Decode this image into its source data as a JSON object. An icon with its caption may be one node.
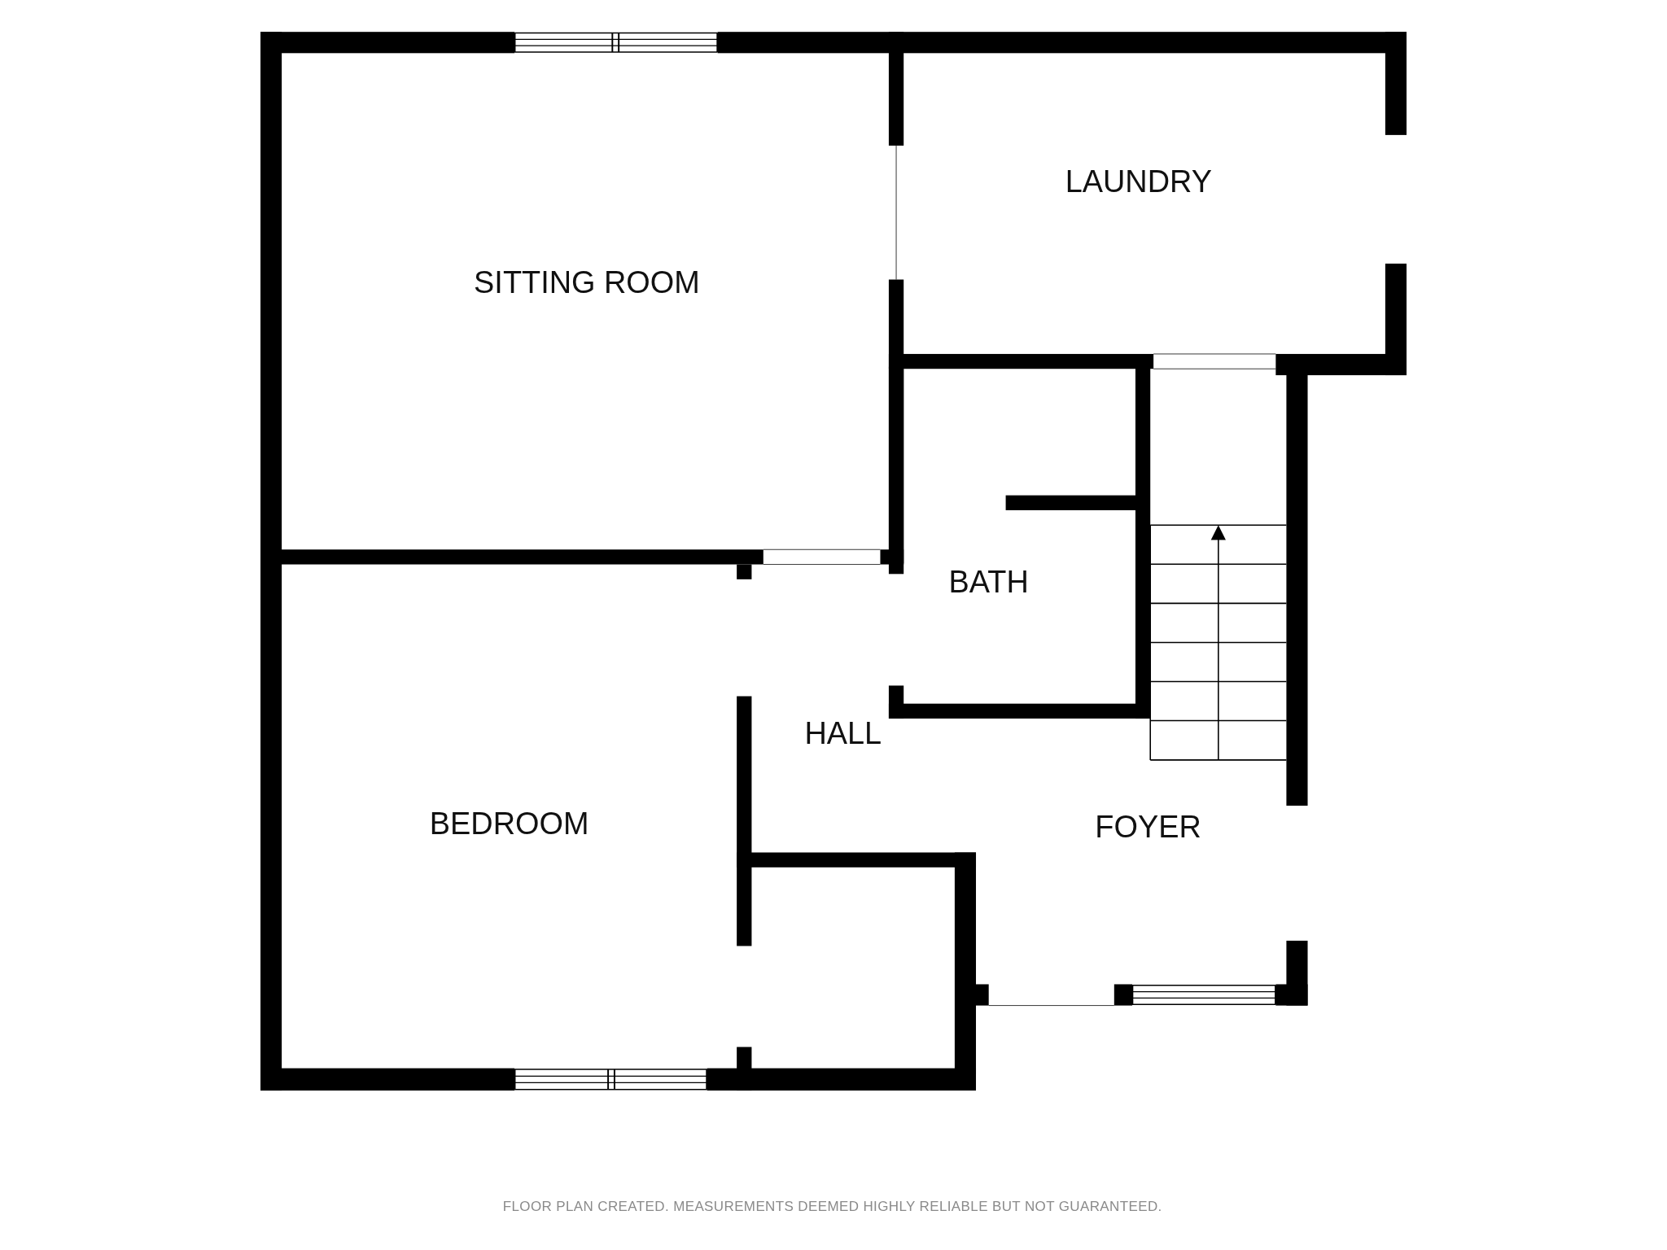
{
  "diagram": {
    "nodes": [
      {
        "text": [
          "SITTING ROOM"
        ]
      },
      {
        "text": [
          "LAUNDRY"
        ]
      },
      {
        "text": [
          "BATH"
        ]
      },
      {
        "text": [
          "HALL"
        ]
      },
      {
        "text": [
          "FOYER"
        ]
      },
      {
        "text": [
          "BEDROOM"
        ]
      },
      {
        "text": [],
        "shape": "box"
      }
    ],
    "labels": [
      "FLOOR PLAN CREATED. MEASUREMENTS DEEMED HIGHLY RELIABLE BUT NOT GUARANTEED."
    ]
  }
}
